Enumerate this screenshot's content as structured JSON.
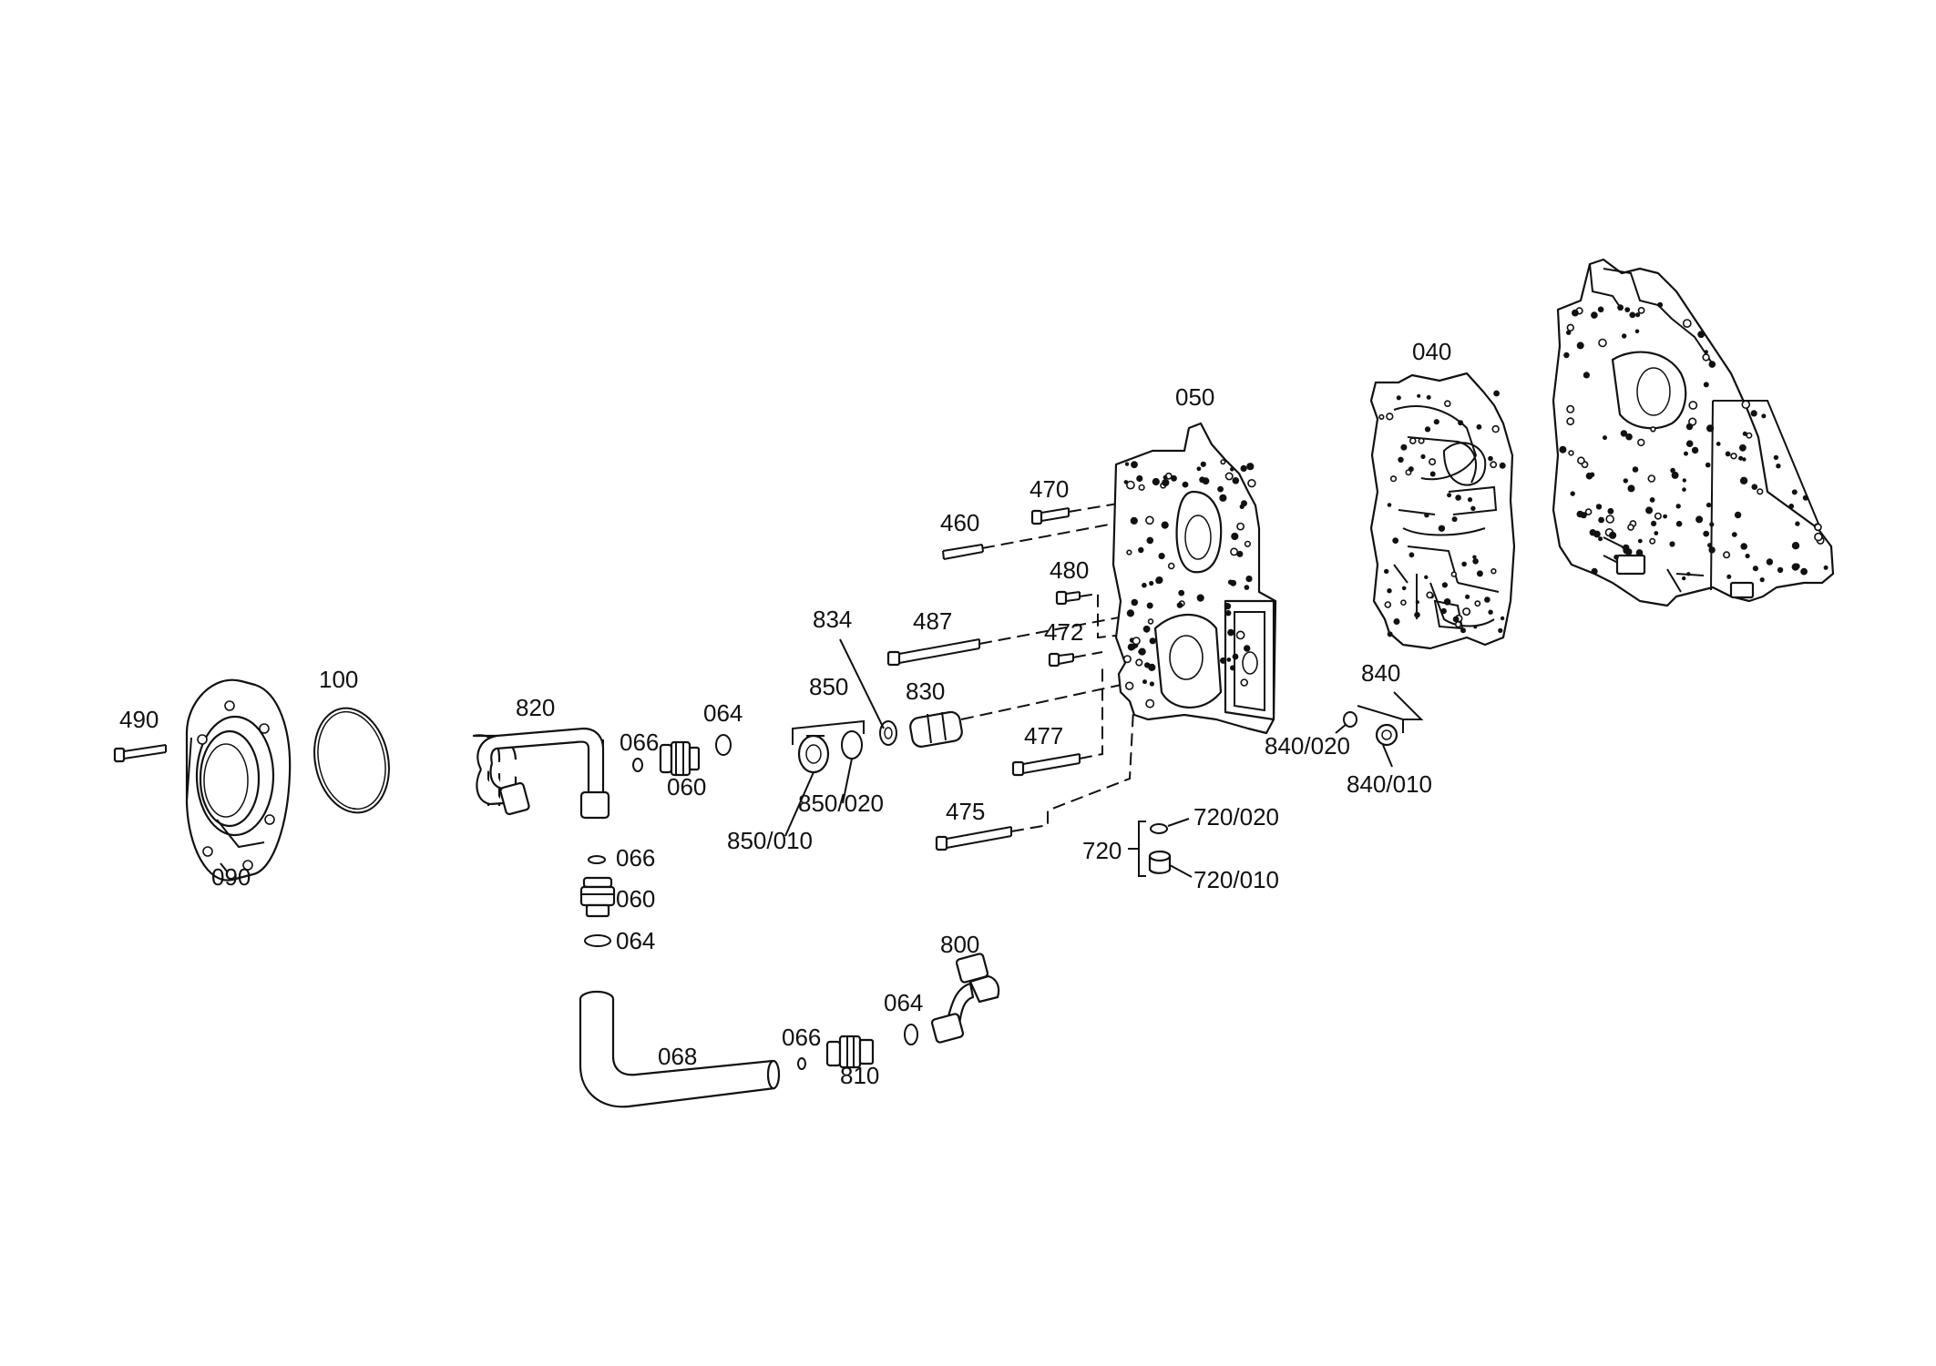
{
  "labels": {
    "p490": "490",
    "p090": "090",
    "p100": "100",
    "p820": "820",
    "p066a": "066",
    "p060a": "060",
    "p064a": "064",
    "p850": "850",
    "p850_020": "850/020",
    "p850_010": "850/010",
    "p834": "834",
    "p830": "830",
    "p487": "487",
    "p460": "460",
    "p470": "470",
    "p480": "480",
    "p472": "472",
    "p477": "477",
    "p475": "475",
    "p050": "050",
    "p040": "040",
    "p840": "840",
    "p840_020": "840/020",
    "p840_010": "840/010",
    "p720": "720",
    "p720_020": "720/020",
    "p720_010": "720/010",
    "p066b": "066",
    "p060b": "060",
    "p064b": "064",
    "p800": "800",
    "p064c": "064",
    "p066c": "066",
    "p810": "810",
    "p068": "068"
  }
}
